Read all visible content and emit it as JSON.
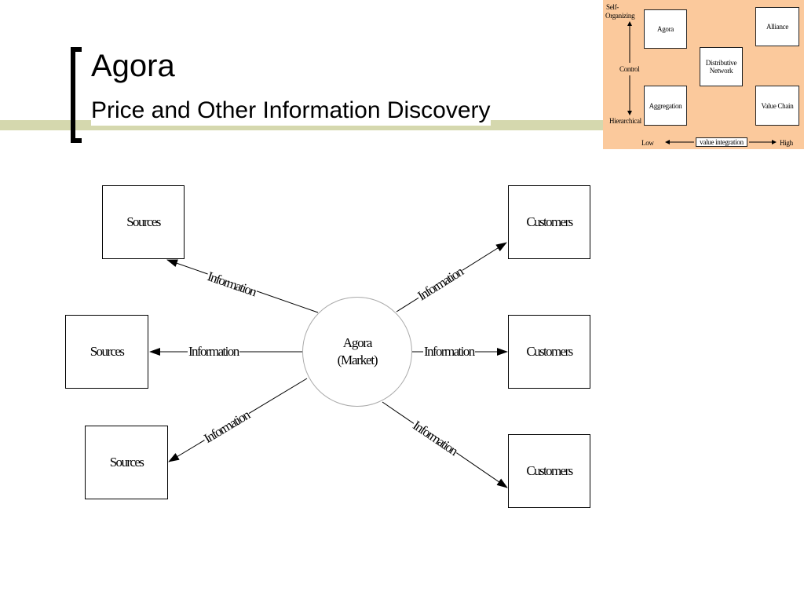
{
  "slide": {
    "title": "Agora",
    "subtitle": "Price and Other Information Discovery"
  },
  "thumbnail": {
    "axis_top": "Self-",
    "axis_top2": "Organizing",
    "axis_mid": "Control",
    "axis_bottom": "Hierarchical",
    "axis_low": "Low",
    "axis_x": "value integration",
    "axis_high": "High",
    "box_agora": "Agora",
    "box_alliance": "Alliance",
    "box_network_1": "Distributive",
    "box_network_2": "Network",
    "box_aggregation": "Aggregation",
    "box_value_chain": "Value Chain"
  },
  "diagram": {
    "hub_line1": "Agora",
    "hub_line2": "(Market)",
    "sources": [
      "Sources",
      "Sources",
      "Sources"
    ],
    "customers": [
      "Customers",
      "Customers",
      "Customers"
    ],
    "flow_labels": [
      "Information",
      "Information",
      "Information",
      "Information",
      "Information",
      "Information"
    ]
  }
}
